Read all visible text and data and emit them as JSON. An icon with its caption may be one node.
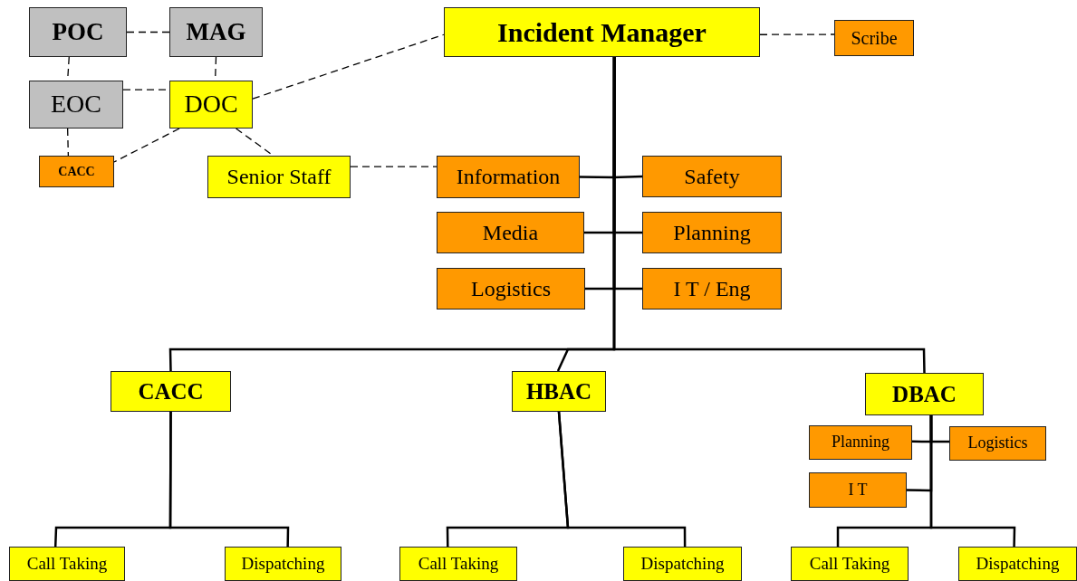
{
  "diagram": {
    "nodes": [
      {
        "text": [
          "POC"
        ]
      },
      {
        "text": [
          "MAG"
        ]
      },
      {
        "text": [
          "EOC"
        ]
      },
      {
        "text": [
          "DOC"
        ]
      },
      {
        "text": [
          "CACC"
        ]
      },
      {
        "text": [
          "Incident Manager"
        ]
      },
      {
        "text": [
          "Scribe"
        ]
      },
      {
        "text": [
          "Senior Staff"
        ]
      },
      {
        "text": [
          "Information"
        ]
      },
      {
        "text": [
          "Safety"
        ]
      },
      {
        "text": [
          "Media"
        ]
      },
      {
        "text": [
          "Planning"
        ]
      },
      {
        "text": [
          "Logistics"
        ]
      },
      {
        "text": [
          "I T / Eng"
        ]
      },
      {
        "text": [
          "CACC"
        ]
      },
      {
        "text": [
          "HBAC"
        ]
      },
      {
        "text": [
          "DBAC"
        ]
      },
      {
        "text": [
          "Planning"
        ]
      },
      {
        "text": [
          "Logistics"
        ]
      },
      {
        "text": [
          "I T"
        ]
      },
      {
        "text": [
          "Call Taking"
        ]
      },
      {
        "text": [
          "Dispatching"
        ]
      },
      {
        "text": [
          "Call Taking"
        ]
      },
      {
        "text": [
          "Dispatching"
        ]
      },
      {
        "text": [
          "Call Taking"
        ]
      },
      {
        "text": [
          "Dispatching"
        ]
      }
    ],
    "edges": [
      {
        "from": 0,
        "to": 1,
        "arrow": "none",
        "style": "dashed"
      },
      {
        "from": 0,
        "to": 2,
        "arrow": "none",
        "style": "dashed"
      },
      {
        "from": 1,
        "to": 3,
        "arrow": "none",
        "style": "dashed"
      },
      {
        "from": 2,
        "to": 3,
        "arrow": "none",
        "style": "dashed"
      },
      {
        "from": 2,
        "to": 4,
        "arrow": "none",
        "style": "dashed"
      },
      {
        "from": 3,
        "to": 4,
        "arrow": "none",
        "style": "dashed"
      },
      {
        "from": 3,
        "to": 5,
        "arrow": "none",
        "style": "dashed"
      },
      {
        "from": 3,
        "to": 7,
        "arrow": "none",
        "style": "dashed"
      },
      {
        "from": 5,
        "to": 6,
        "arrow": "none",
        "style": "dashed"
      },
      {
        "from": 7,
        "to": 8,
        "arrow": "none",
        "style": "dashed"
      },
      {
        "from": 5,
        "to": 8,
        "arrow": "none"
      },
      {
        "from": 5,
        "to": 9,
        "arrow": "none"
      },
      {
        "from": 5,
        "to": 10,
        "arrow": "none"
      },
      {
        "from": 5,
        "to": 11,
        "arrow": "none"
      },
      {
        "from": 5,
        "to": 12,
        "arrow": "none"
      },
      {
        "from": 5,
        "to": 13,
        "arrow": "none"
      },
      {
        "from": 5,
        "to": 14,
        "arrow": "none"
      },
      {
        "from": 5,
        "to": 15,
        "arrow": "none"
      },
      {
        "from": 5,
        "to": 16,
        "arrow": "none"
      },
      {
        "from": 16,
        "to": 17,
        "arrow": "none"
      },
      {
        "from": 16,
        "to": 18,
        "arrow": "none"
      },
      {
        "from": 16,
        "to": 19,
        "arrow": "none"
      },
      {
        "from": 14,
        "to": 20,
        "arrow": "none"
      },
      {
        "from": 14,
        "to": 21,
        "arrow": "none"
      },
      {
        "from": 15,
        "to": 22,
        "arrow": "none"
      },
      {
        "from": 15,
        "to": 23,
        "arrow": "none"
      },
      {
        "from": 16,
        "to": 24,
        "arrow": "none"
      },
      {
        "from": 16,
        "to": 25,
        "arrow": "none"
      }
    ]
  }
}
